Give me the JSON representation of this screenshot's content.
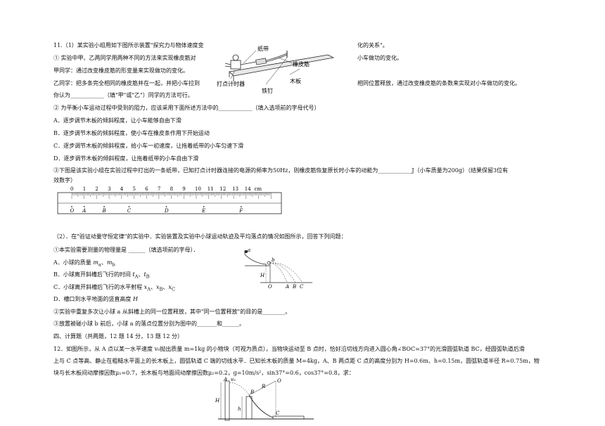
{
  "q11": {
    "intro_left": "11.（1）某实验小组用如下图所示装置\"探究力与物体速度变",
    "intro_right": "化的关系\"。",
    "s1_left": "①  实验中甲、乙两同学用两种不同的方法来实现橡皮筋对",
    "s1_right": "小车做功的变化。",
    "jia": "甲同学：通过改变橡皮筋的形变量来实现做功的变化。",
    "yi_left": "乙同学：把多条完全相同的橡皮筋并在一起，并把小车拉到",
    "yi_right": "相同位置释放，通过改变橡皮筋的条数来实现对小车做功的变化。",
    "ask": "你认为____________（填\"甲\"或\"乙\"）同学的方法可行。",
    "s2": "②  为平衡小车运动过程中受到的阻力，应该采用下面所述方法中的____________（填入选项前的字母代号）",
    "opts": [
      "A．逐步调节木板的倾斜程度，让小车能够自由下滑",
      "B．逐步调节木板的倾斜程度，使小车在橡皮条作用下开始运动",
      "C．逐步调节木板的倾斜程度，给小车一初速度，让拖着纸带的小车匀速下滑",
      "D．逐步调节木板的倾斜程度，让拖着纸带的小车自由下滑"
    ],
    "s3_line1": "③下图是该实验小组在实验过程中打出的一条纸带，已知打点计时器连接的电源的频率为50Hz，则橡皮筋恢复原长时小车的动能为____________J（小车质量为200g）（结果保留3位有",
    "s3_line2": "效数字）",
    "apparatus_labels": {
      "tape": "纸带",
      "band": "橡皮筋",
      "timer": "打点计时器",
      "board": "木板",
      "nail": "铁钉"
    },
    "ruler": {
      "unit": "cm",
      "numbers": [
        "0",
        "1",
        "2",
        "3",
        "4",
        "5",
        "6",
        "7",
        "8",
        "9",
        "10",
        "11",
        "12",
        "13",
        "14"
      ],
      "points": [
        "O",
        "A",
        "B",
        "C",
        "D",
        "E",
        "F"
      ]
    }
  },
  "q11b": {
    "intro": "（2）．在\"验证动量守恒定律\"的实验中．实验装置及实验中小球运动轨迹及平均落点的情况如图所示，回答下列问题：",
    "s1": "①本实验需要测量的物理量是 ______（填选项前的字母）．",
    "optA_pre": "A．小球的质量 ",
    "optA_m": "m",
    "optA_sa": "a",
    "optA_sep": "、",
    "optA_sb": "b",
    "optB_pre": "B．小球离开斜槽后飞行的时间 ",
    "optB_t": "t",
    "optB_sa": "A",
    "optB_sep": "、",
    "optB_sb": "B",
    "optC_pre": "C．小球离开斜槽后飞行的水平射程 ",
    "optC_x": "x",
    "optC_sa": "A",
    "optC_sep": "、",
    "optC_sb": "B",
    "optC_sc": "C",
    "optD_pre": "D．槽口到水平地面的竖直高度 ",
    "optD_h": "H",
    "s2": "②实验中重复多次让小球 a 从斜槽上的同一位置释放，其中\"同一位置释放\"的目的是________。",
    "s3": "③放置被碰小球 b 前后，小球 a 的落点位置分别为图中的_______和______。",
    "fig": {
      "a": "a",
      "b": "b",
      "H": "H",
      "O": "O",
      "A": "A",
      "B": "B",
      "C": "C"
    }
  },
  "sec4": "四、计算题（共两题，12 题 14 分，13 题 12 分）",
  "q12": {
    "line1": "12．如图所示，从 A 点以某一水平速度 v₀抛出质量 m=1kg 的小物块（可视为质点），当物块运动至 B 点时，恰好沿切线方向进入圆心角∠BOC=37°的光滑圆弧轨道 BC，经圆弧轨道后滑",
    "line2": "上与 C 点等高、静止在粗糙水平面上的长木板上，圆弧轨道 C 端的切线水平．已知长木板的质量 M=4kg，A、B 两点距 C 点的高度分别为 H=0.6m、h=0.15m，圆弧轨道半径 R=0.75m，物",
    "line3": "块与长木板间动摩擦因数μ₁=0.7，长木板与地面间动摩擦因数μ₂=0.2，g=10m/s²，sin37°=0.6，cos37°=0.8，求：",
    "fig": {
      "A": "A",
      "v0": "v₀",
      "B": "B",
      "R": "R",
      "O": "O",
      "H": "H",
      "h": "h",
      "C": "C"
    }
  }
}
